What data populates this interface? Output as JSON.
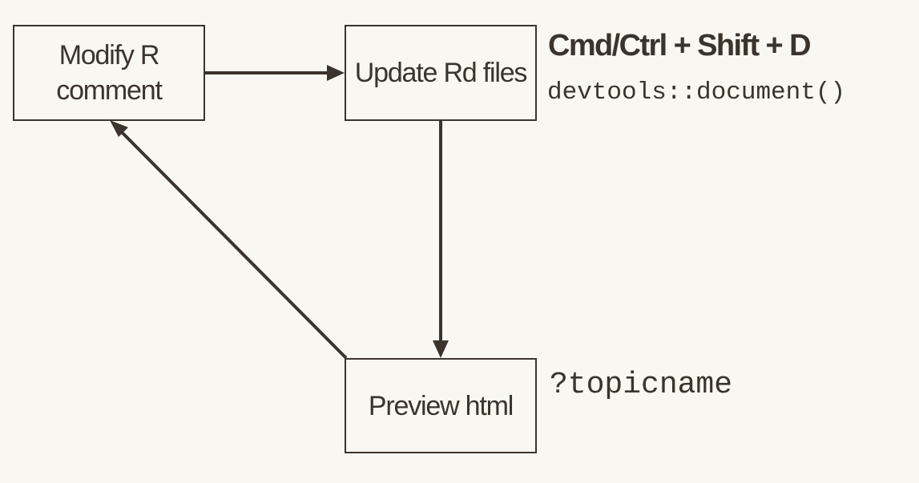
{
  "nodes": {
    "modify": {
      "line1": "Modify R",
      "line2": "comment"
    },
    "update": {
      "label": "Update Rd files"
    },
    "preview": {
      "label": "Preview html"
    }
  },
  "annotations": {
    "shortcut": "Cmd/Ctrl + Shift + D",
    "document_call": "devtools::document()",
    "topic_help": "?topicname"
  },
  "edges": [
    {
      "from": "modify",
      "to": "update"
    },
    {
      "from": "update",
      "to": "preview"
    },
    {
      "from": "preview",
      "to": "modify"
    }
  ],
  "colors": {
    "background": "#f9f7f2",
    "ink": "#3a342c"
  }
}
